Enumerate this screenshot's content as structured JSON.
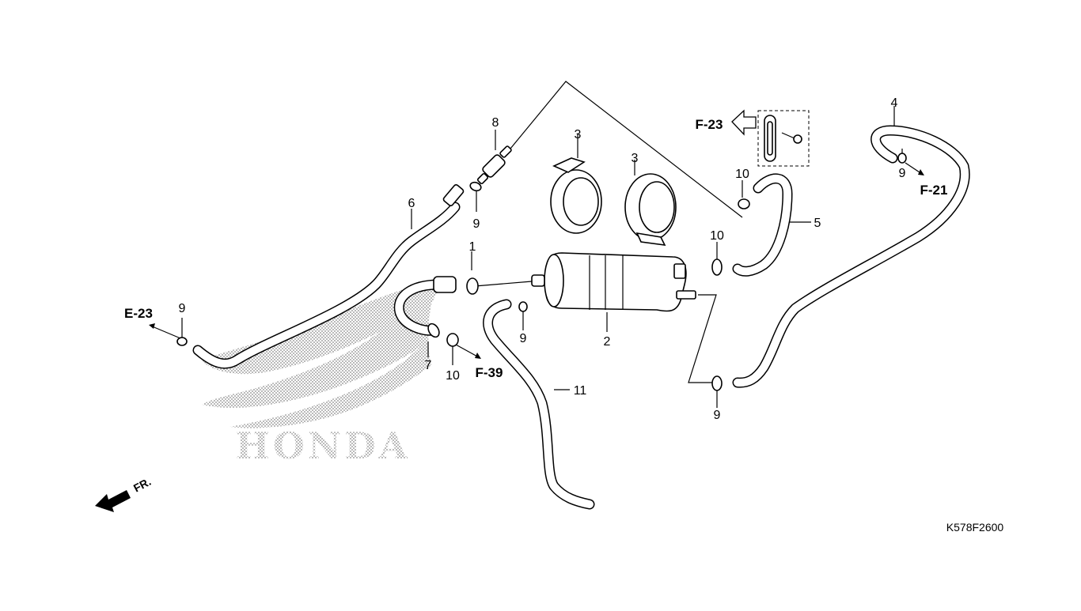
{
  "diagram": {
    "code": "K578F2600",
    "logo_text": "HONDA",
    "front_label": "FR.",
    "parts": {
      "p1": "1",
      "p2": "2",
      "p3a": "3",
      "p3b": "3",
      "p4": "4",
      "p5": "5",
      "p6": "6",
      "p7": "7",
      "p8": "8",
      "p9a": "9",
      "p9b": "9",
      "p9c": "9",
      "p9d": "9",
      "p9e": "9",
      "p10a": "10",
      "p10b": "10",
      "p10c": "10",
      "p11": "11"
    },
    "refs": {
      "e23": "E-23",
      "f39": "F-39",
      "f23": "F-23",
      "f21": "F-21"
    }
  }
}
